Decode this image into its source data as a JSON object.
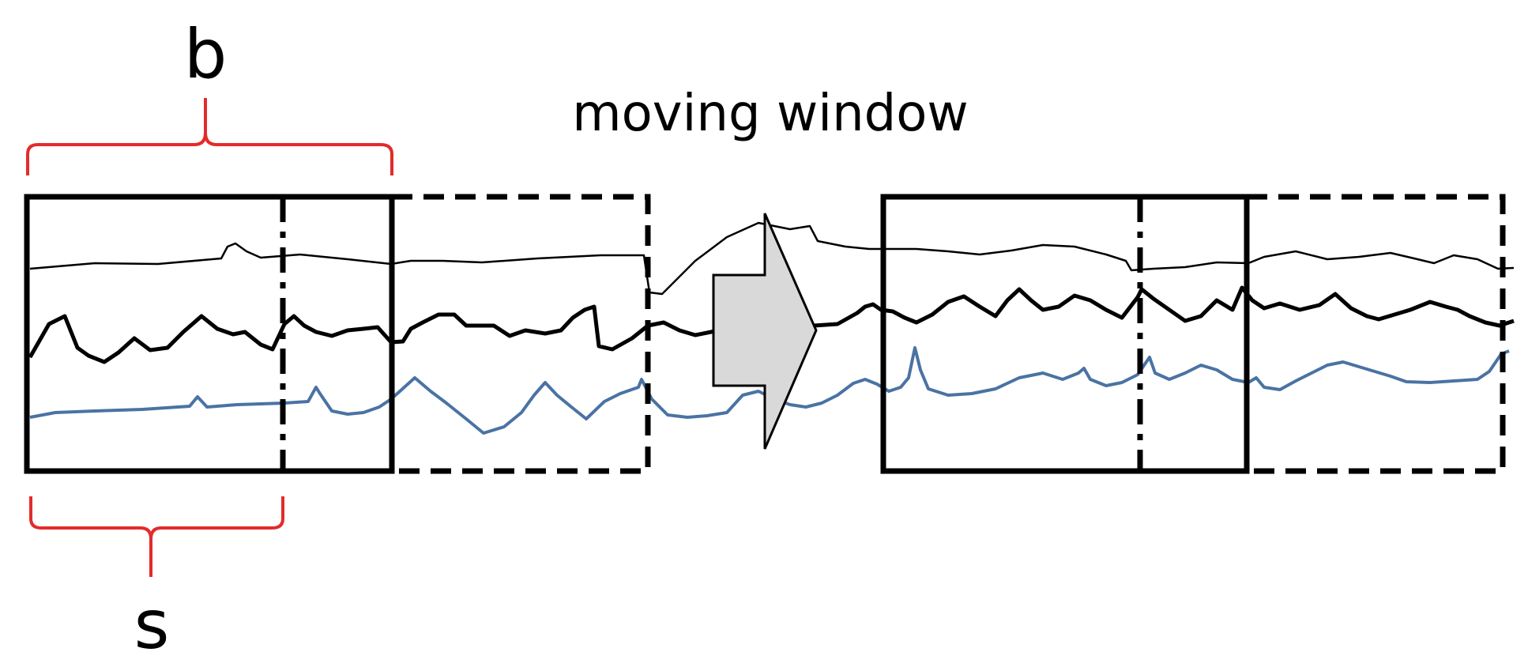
{
  "labels": {
    "top_brace": "b",
    "bottom_brace": "s",
    "title": "moving window"
  },
  "colors": {
    "brace": "#e32b2b",
    "frame": "#000000",
    "signal_dark": "#000000",
    "signal_blue": "#4a73a3",
    "arrow_fill": "#d9d9d9",
    "background": "#ffffff"
  },
  "elements": {
    "arrow": "shift-right-arrow-icon"
  }
}
